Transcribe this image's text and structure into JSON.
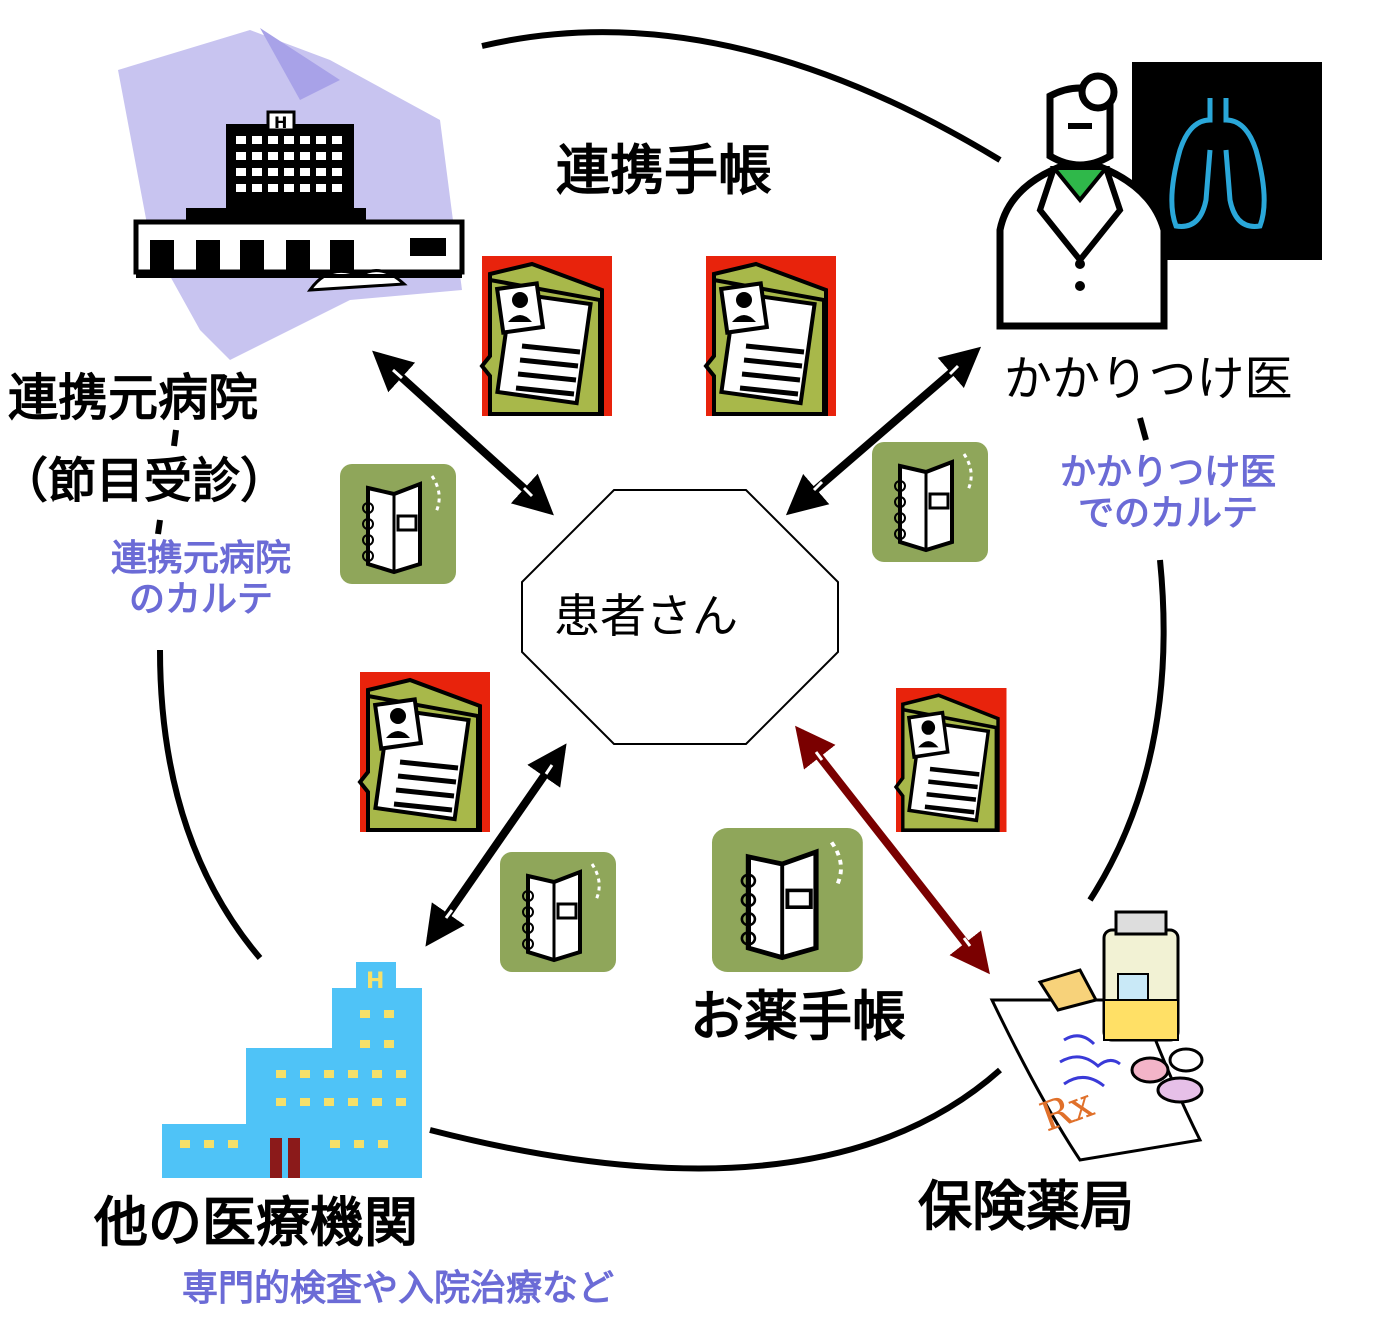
{
  "colors": {
    "accent_text": "#6b6bd6",
    "folder_bg": "#e8230c",
    "folder_green": "#a8b84a",
    "notebook_bg": "#8fa65a",
    "dark_red_arrow": "#7a0000",
    "hospital_blue": "#4fc3f7",
    "lung_blue": "#2aa7d9"
  },
  "labels": {
    "center": "患者さん",
    "top": "連携手帳",
    "source_hospital": "連携元病院",
    "source_hospital_sub": "（節目受診）",
    "source_hospital_chart_line1": "連携元病院",
    "source_hospital_chart_line2": "のカルテ",
    "family_doctor": "かかりつけ医",
    "family_doctor_chart_line1": "かかりつけ医",
    "family_doctor_chart_line2": "でのカルテ",
    "other_institution": "他の医療機関",
    "other_institution_sub": "専門的検査や入院治療など",
    "medicine_notebook": "お薬手帳",
    "pharmacy": "保険薬局"
  },
  "icons": {
    "source_hospital": "hospital-building-icon",
    "family_doctor": "doctor-xray-icon",
    "other_institution": "blue-hospital-icon",
    "pharmacy": "pharmacy-medicine-icon",
    "collaboration_notebook": "patient-folder-icon",
    "medicine_notebook": "notebook-icon"
  }
}
